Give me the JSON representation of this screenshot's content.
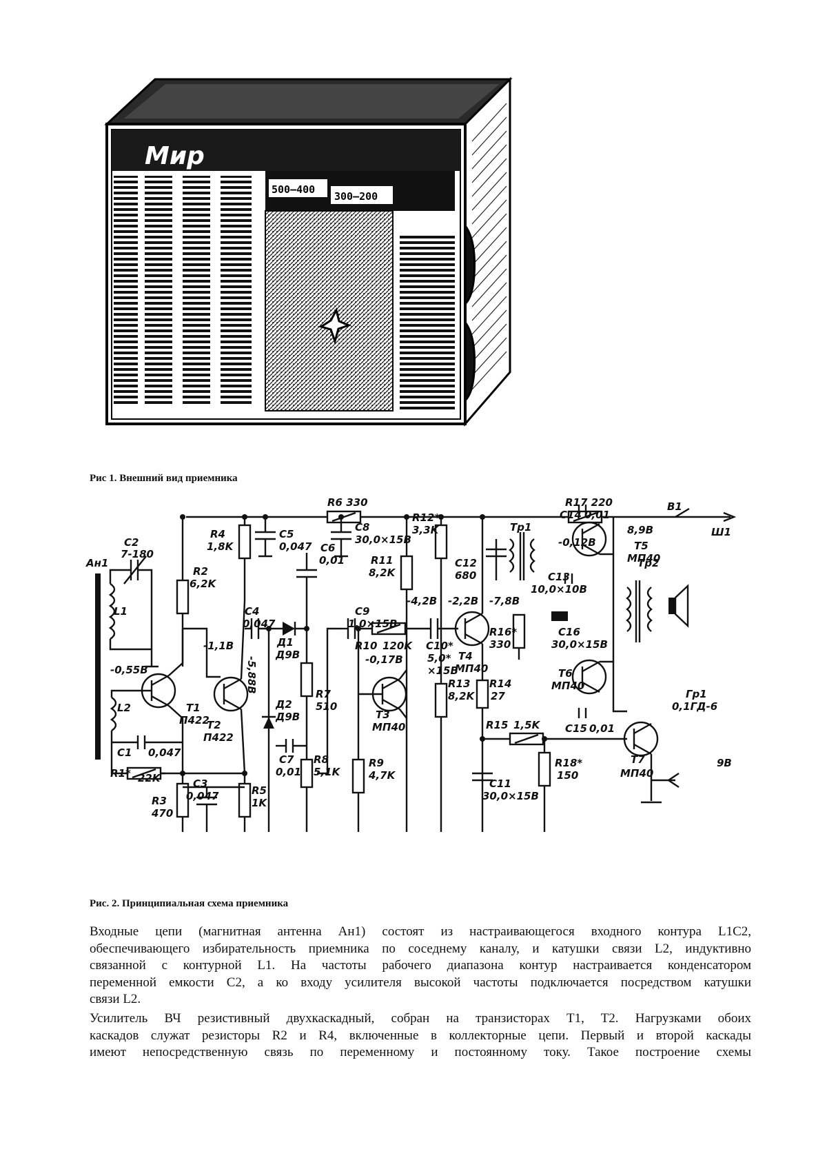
{
  "figure1": {
    "caption": "Рис 1. Внешний вид приемника",
    "logo_text": "Мир",
    "dial_left": "500—400",
    "dial_right": "300—200"
  },
  "figure2": {
    "caption": "Рис. 2. Принципиальная схема приемника",
    "labels": {
      "r6": "R6 330",
      "r17": "R17 220",
      "b1": "B1",
      "sh1": "Ш1",
      "c2": "C2",
      "c2v": "7-180",
      "an1": "Ан1",
      "l1": "L1",
      "l2": "L2",
      "r4": "R4",
      "r4v": "1,8K",
      "c5": "C5",
      "c5v": "0,047",
      "c8": "C8",
      "c8v": "30,0×15В",
      "r12": "R12*",
      "r12v": "3,3K",
      "tr1": "Тр1",
      "c14": "C14",
      "c14v": "0,01",
      "c14n": "-0,12В",
      "v89": "8,9В",
      "t5": "T5",
      "t5v": "МП40",
      "r2": "R2",
      "r2v": "6,2K",
      "c6": "C6",
      "c6v": "0,01",
      "r11": "R11",
      "r11v": "8,2K",
      "c12": "C12",
      "c12v": "680",
      "c13": "C13",
      "c13v": "10,0×10В",
      "c4": "C4",
      "c4v": "0,047",
      "vm11": "-1,1В",
      "vm42": "-4,2В",
      "vm22": "-2,2В",
      "vm78": "-7,8В",
      "c9": "C9",
      "c9v": "1,0×15В",
      "tr2": "Тр2",
      "r10": "R10",
      "r10v": "120K",
      "c10": "C10*",
      "c10v": "5,0*",
      "c10v2": "×15В",
      "t4": "T4",
      "t4v": "МП40",
      "r16": "R16*",
      "r16v": "330",
      "c16": "C16",
      "c16v": "30,0×15В",
      "vm055": "-0,55В",
      "vm588": "-5,88В",
      "d1": "Д1",
      "d1v": "Д9В",
      "vm017": "-0,17В",
      "t6": "T6",
      "t6v": "МП40",
      "t1": "T1",
      "t1v": "П422",
      "t2": "T2",
      "t2v": "П422",
      "d2": "Д2",
      "d2v": "Д9В",
      "r7": "R7",
      "r7v": "510",
      "t3": "T3",
      "t3v": "МП40",
      "r13": "R13",
      "r13v": "8,2K",
      "r14": "R14",
      "r14v": "27",
      "gr1": "Гр1",
      "gr1v": "0,1ГД-6",
      "c1": "C1",
      "c1v": "0,047",
      "c7": "C7",
      "c7v": "0,01",
      "r8": "R8",
      "r8v": "5,1K",
      "r15": "R15",
      "r15v": "1,5K",
      "c15": "C15",
      "c15v": "0,01",
      "r1": "R1*",
      "r1v": "22K",
      "r9": "R9",
      "r9v": "4,7K",
      "r18": "R18*",
      "r18v": "150",
      "t7": "T7",
      "t7v": "МП40",
      "v9": "9В",
      "r3": "R3",
      "r3v": "470",
      "c3": "C3",
      "c3v": "0,047",
      "r5": "R5",
      "r5v": "1K",
      "c11": "C11",
      "c11v": "30,0×15В"
    }
  },
  "paragraphs": [
    {
      "lines": [
        "Входные цепи (магнитная антенна Ан1) состоят из настраивающегося входного контура L1C2,",
        "обеспечивающего избирательность приемника по соседнему каналу, и катушки связи L2, индуктивно",
        "связанной с контурной L1. На частоты рабочего диапазона контур настраивается конденсатором",
        "переменной емкости C2, а ко входу усилителя высокой частоты подключается посредством катушки",
        "связи L2."
      ]
    },
    {
      "lines": [
        "Усилитель ВЧ резистивный двухкаскадный, собран на транзисторах T1, T2. Нагрузками обоих",
        "каскадов служат резисторы R2 и R4, включенные в коллекторные цепи. Первый и второй каскады",
        "имеют непосредственную связь по переменному и постоянному току. Такое построение схемы"
      ]
    }
  ]
}
